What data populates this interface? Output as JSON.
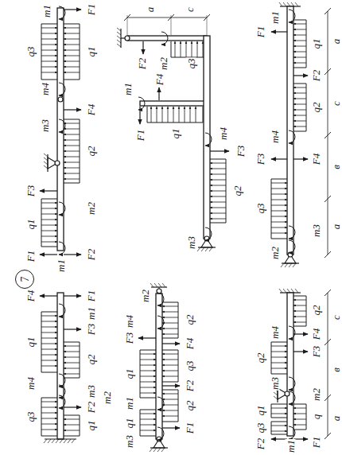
{
  "diagram": {
    "nodes": [
      {
        "text": [
          "7"
        ]
      }
    ],
    "labels": [
      "m1",
      "F1",
      "q3",
      "q1",
      "m4",
      "F4",
      "m3",
      "q2",
      "F3",
      "m2",
      "q1",
      "F1",
      "F2",
      "m1",
      "a",
      "c",
      "m2",
      "q3",
      "F2",
      "F3",
      "m1",
      "F4",
      "m4",
      "q1",
      "q2",
      "F1",
      "m3",
      "m1",
      "F1",
      "q1",
      "F2",
      "a",
      "q2",
      "c",
      "m4",
      "в",
      "F3",
      "F4",
      "q3",
      "m3",
      "a",
      "m2",
      "F4",
      "m1",
      "F1",
      "q1",
      "F3",
      "q2",
      "m4",
      "m3",
      "m2",
      "q3",
      "q1",
      "F2",
      "m2",
      "q2",
      "F4",
      "m4",
      "q3",
      "F3",
      "F2",
      "m1",
      "q1",
      "q2",
      "F1",
      "q1",
      "m3",
      "q2",
      "m4",
      "F4",
      "c",
      "q2",
      "F3",
      "m3",
      "m2",
      "в",
      "q",
      "q1",
      "a",
      "q3",
      "F2",
      "F1",
      "m1"
    ]
  }
}
